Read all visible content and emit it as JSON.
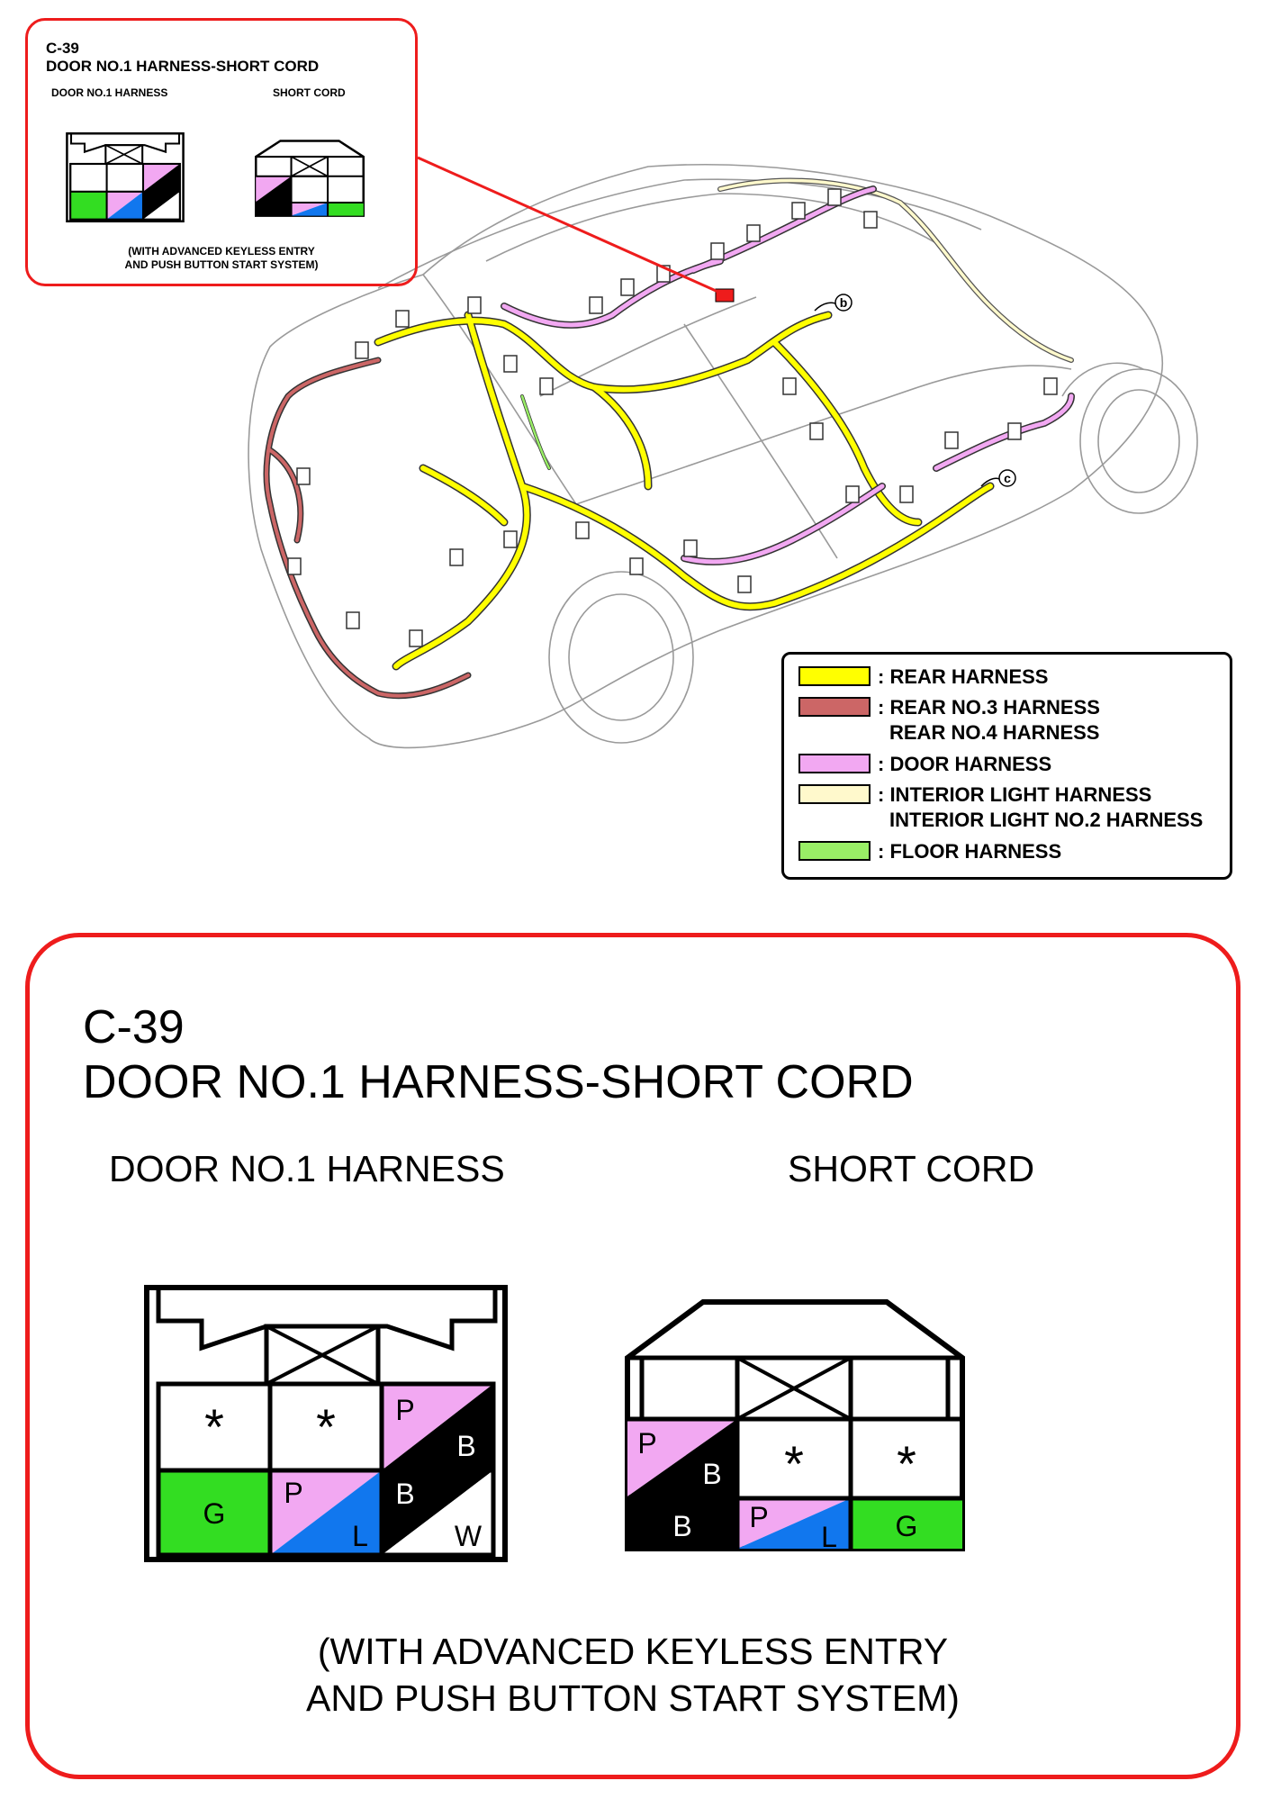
{
  "connector": {
    "id": "C-39",
    "title": "DOOR NO.1 HARNESS-SHORT CORD",
    "left_name": "DOOR NO.1 HARNESS",
    "right_name": "SHORT CORD",
    "note_line1": "(WITH ADVANCED KEYLESS ENTRY",
    "note_line2": "AND PUSH BUTTON START SYSTEM)"
  },
  "callouts": {
    "b": "b",
    "c": "c"
  },
  "colors": {
    "accent": "#ee1c1c",
    "rear": "#ffff00",
    "rear34": "#cc6666",
    "door": "#f2a8f2",
    "interior": "#fff9cc",
    "floor": "#99ee66",
    "green": "#33dd22",
    "blue": "#1177ee",
    "pink": "#f2a8f2",
    "black": "#000000"
  },
  "legend": [
    {
      "label": ": REAR HARNESS",
      "color": "#ffff00"
    },
    {
      "label": ": REAR NO.3 HARNESS",
      "label2": "REAR NO.4 HARNESS",
      "color": "#cc6666"
    },
    {
      "label": ": DOOR HARNESS",
      "color": "#f2a8f2"
    },
    {
      "label": ": INTERIOR LIGHT HARNESS",
      "label2": "INTERIOR LIGHT NO.2 HARNESS",
      "color": "#fff9cc"
    },
    {
      "label": ": FLOOR HARNESS",
      "color": "#99ee66"
    }
  ],
  "pins": {
    "blank": "*",
    "door_no1": {
      "r1c3_a": "P",
      "r1c3_b": "B",
      "r2c1": "G",
      "r2c2_a": "P",
      "r2c2_b": "L",
      "r2c3_a": "B",
      "r2c3_b": "W"
    },
    "short_cord": {
      "r1c1_a": "P",
      "r1c1_b": "B",
      "r2c1": "B",
      "r2c2_a": "P",
      "r2c2_b": "L",
      "r2c3": "G"
    }
  }
}
